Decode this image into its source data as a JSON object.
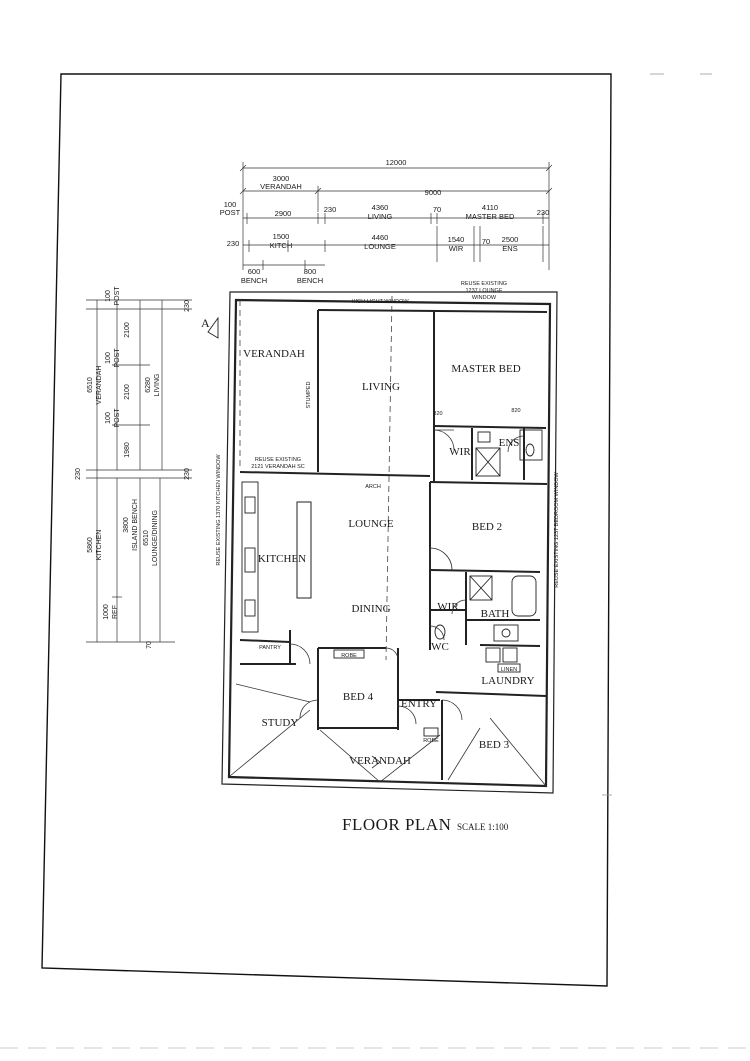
{
  "plan_title": "FLOOR PLAN",
  "scale_label": "SCALE 1:100",
  "section_marker": "A",
  "rooms": {
    "verandah_top": "VERANDAH",
    "living": "LIVING",
    "master_bed": "MASTER BED",
    "wir_master": "WIR",
    "ens": "ENS",
    "lounge": "LOUNGE",
    "kitchen": "KITCHEN",
    "dining": "DINING",
    "bed2": "BED 2",
    "wir_bed2": "WIR",
    "bath": "BATH",
    "wc": "WC",
    "laundry": "LAUNDRY",
    "study": "STUDY",
    "bed4": "BED 4",
    "entry": "ENTRY",
    "bed3": "BED 3",
    "verandah_bottom": "VERANDAH",
    "pantry": "PANTRY"
  },
  "notes": {
    "highlight_window": "HIGH LIGHT WINDOW",
    "reuse_lounge_window_1": "REUSE EXISTING",
    "reuse_lounge_window_2": "1237 LOUNGE",
    "reuse_lounge_window_3": "WINDOW",
    "reuse_verandah_1": "REUSE EXISTING",
    "reuse_verandah_2": "2121 VERANDAH SC",
    "stumped": "STUMPED",
    "arch": "ARCH",
    "robe_bed4": "ROBE",
    "robe_entry": "ROBE",
    "linen": "LINEN",
    "left_reuse": "REUSE EXISTING 1370 KITCHEN WINDOW",
    "right_reuse": "REUSE EXISTING 1237 BEDROOM WINDOW",
    "door_820a": "820",
    "door_820b": "820"
  },
  "top_dims": {
    "total": "12000",
    "verandah_val": "3000",
    "verandah_lbl": "VERANDAH",
    "d9000": "9000",
    "post_val": "100",
    "post_lbl": "POST",
    "d2900": "2900",
    "d230a": "230",
    "living_val": "4360",
    "living_lbl": "LIVING",
    "d70a": "70",
    "master_val": "4110",
    "master_lbl": "MASTER BED",
    "d230b": "230",
    "d230c": "230",
    "kitch_val": "1500",
    "kitch_lbl": "KITCH",
    "lounge_val": "4460",
    "lounge_lbl": "LOUNGE",
    "wir_val": "1540",
    "wir_lbl": "WIR",
    "d70b": "70",
    "ens_val": "2500",
    "ens_lbl": "ENS",
    "bench600_val": "600",
    "bench600_lbl": "BENCH",
    "bench800_val": "800",
    "bench800_lbl": "BENCH"
  },
  "left_dims": {
    "d230_top": "230",
    "d100_post": "100",
    "post_a": "POST",
    "d6510_verandah": "6510",
    "verandah_lbl": "VERANDAH",
    "d100b": "100",
    "post_b": "POST",
    "d2100": "2100",
    "d100c": "100",
    "post_c": "POST",
    "d2100b": "2100",
    "d6280": "6280",
    "living_lbl": "LIVING",
    "d1980": "1980",
    "d230_mid": "230",
    "d230_mid2": "230",
    "d5860": "5860",
    "kitchen_lbl": "KITCHEN",
    "d3800": "3800",
    "island_lbl": "ISLAND BENCH",
    "d6510": "6510",
    "lounge_dining_lbl": "LOUNGE/DINING",
    "d1000": "1000",
    "ref_lbl": "REF",
    "d70": "70"
  }
}
